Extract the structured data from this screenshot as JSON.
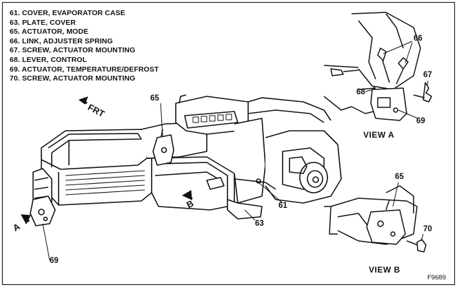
{
  "legend": [
    {
      "num": "61.",
      "text": "COVER, EVAPORATOR CASE"
    },
    {
      "num": "63.",
      "text": "PLATE, COVER"
    },
    {
      "num": "65.",
      "text": "ACTUATOR, MODE"
    },
    {
      "num": "66.",
      "text": "LINK, ADJUSTER SPRING"
    },
    {
      "num": "67.",
      "text": "SCREW, ACTUATOR MOUNTING"
    },
    {
      "num": "68.",
      "text": "LEVER, CONTROL"
    },
    {
      "num": "69.",
      "text": "ACTUATOR, TEMPERATURE/DEFROST"
    },
    {
      "num": "70.",
      "text": "SCREW, ACTUATOR MOUNTING"
    }
  ],
  "callouts": {
    "c65_main": "65",
    "c61": "61",
    "c63": "63",
    "c69_main": "69",
    "c66": "66",
    "c67": "67",
    "c68": "68",
    "c69_viewa": "69",
    "c65_viewb": "65",
    "c70": "70"
  },
  "views": {
    "view_a": "VIEW A",
    "view_b": "VIEW B"
  },
  "direction": {
    "front": "FRT",
    "a": "A",
    "b": "B"
  },
  "figure_code": "F9689"
}
